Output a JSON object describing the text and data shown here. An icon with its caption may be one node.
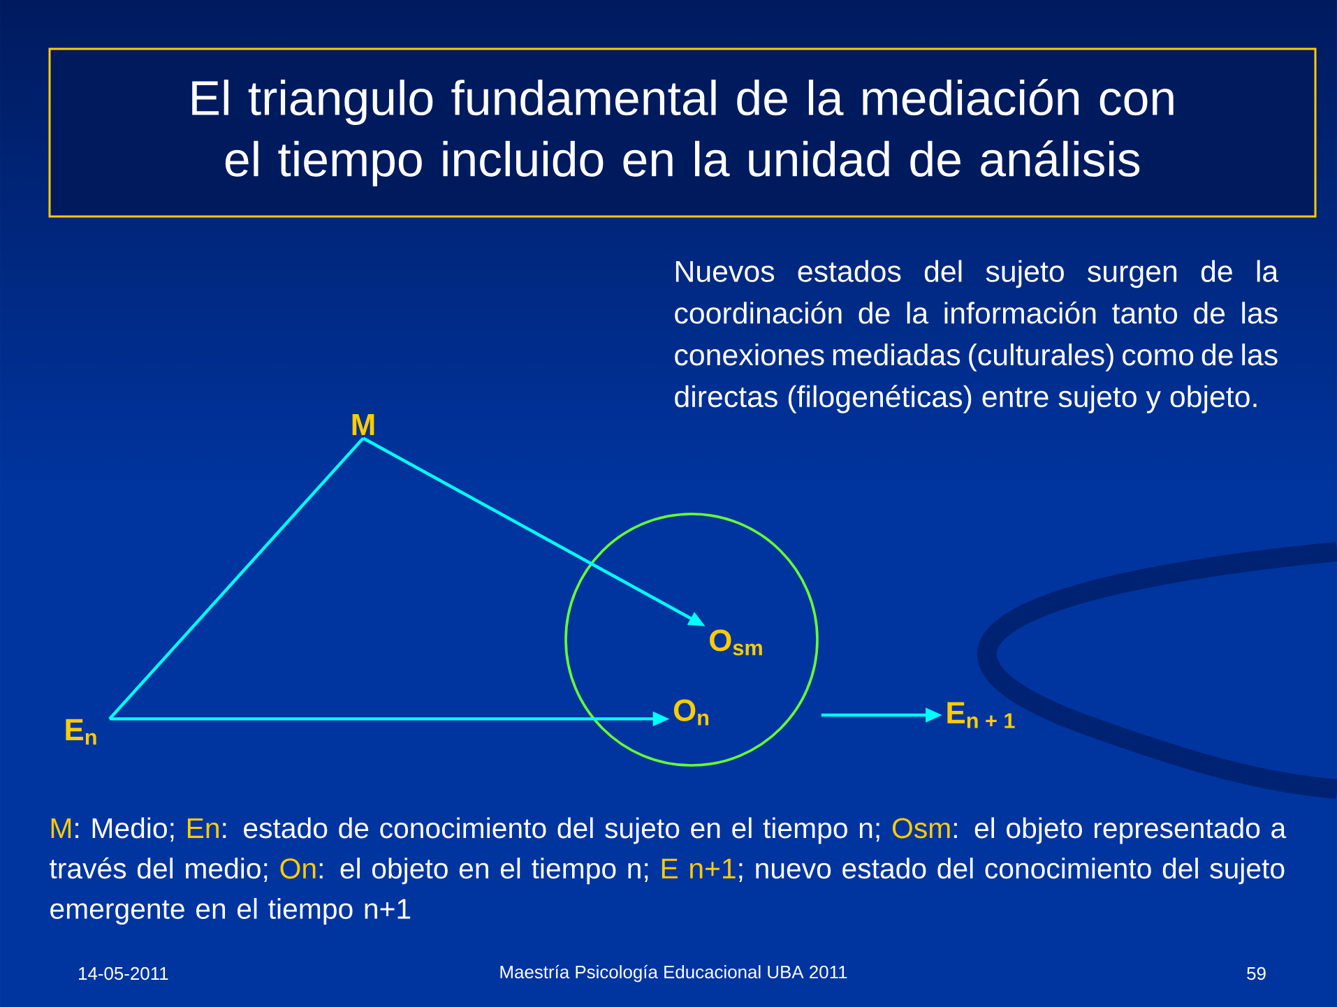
{
  "diagram": {
    "title": "El triangulo fundamental de la mediación con el tiempo incluido en la unidad de análisis",
    "nodes": [
      {
        "text": [
          "M"
        ]
      },
      {
        "text": [
          "E$_{n}$"
        ]
      },
      {
        "text": [],
        "shape": "circle"
      },
      {
        "text": [
          "O$_{sm}$"
        ],
        "in": 2
      },
      {
        "text": [
          "O$_{n}$"
        ],
        "in": 2
      },
      {
        "text": [
          "E$_{n + 1}$"
        ]
      }
    ],
    "edges": [
      {
        "from": 1,
        "to": 0,
        "arrow": "none"
      },
      {
        "from": 0,
        "to": 3,
        "arrow": "to"
      },
      {
        "from": 1,
        "to": 4,
        "arrow": "to"
      },
      {
        "from": 2,
        "to": 5,
        "arrow": "to"
      }
    ],
    "labels": [
      "Nuevos estados del sujeto surgen de la coordinación de la información tanto de las conexiones mediadas (culturales) como de las directas (filogenéticas) entre sujeto y objeto.",
      "M",
      ": Medio;",
      "En",
      ": estado de conocimiento del sujeto en el tiempo n;",
      "Osm",
      ": el objeto representado a través del medio;",
      "On",
      ": el objeto en el tiempo n;",
      "E n+1",
      "; nuevo estado del conocimiento del sujeto emergente en el tiempo n+1",
      "14-05-2011",
      "Maestría Psicología Educacional UBA 2011",
      "59"
    ]
  }
}
